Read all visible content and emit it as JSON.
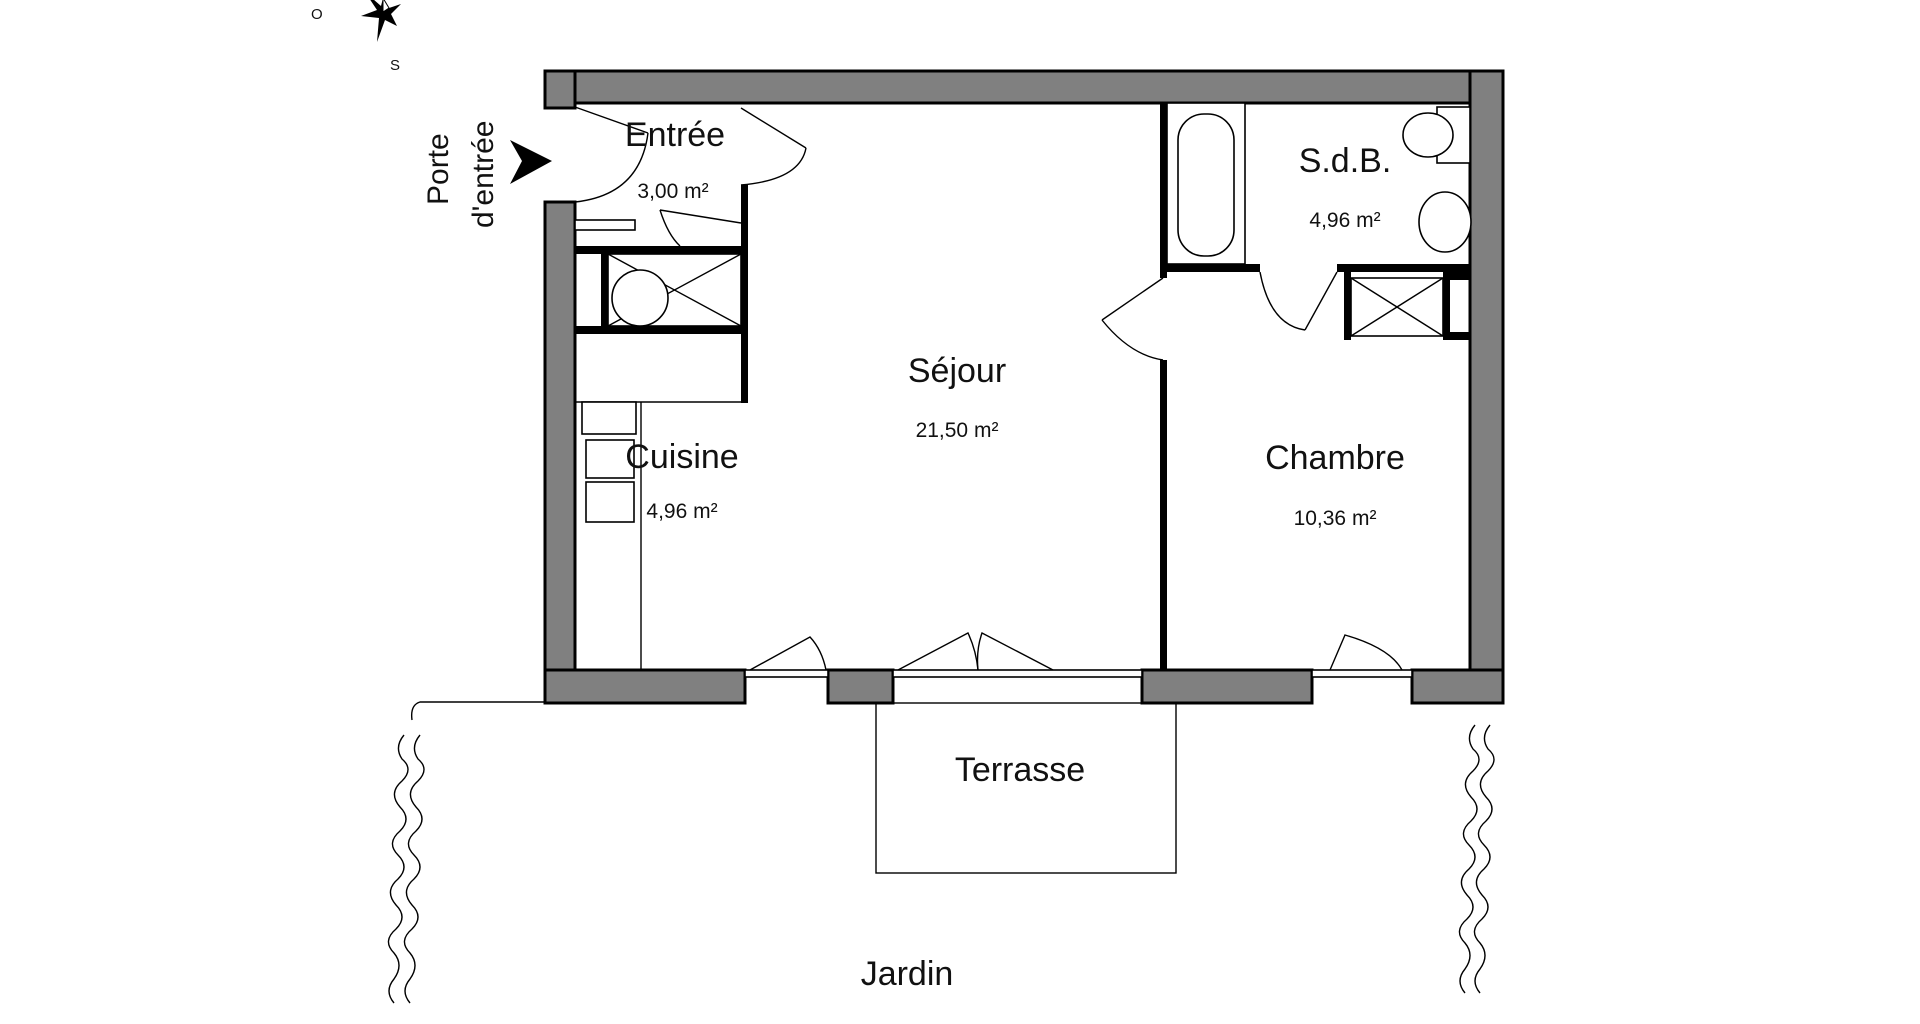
{
  "compass": {
    "west": "O",
    "south": "S"
  },
  "entrance": {
    "line1": "Porte",
    "line2": "d'entrée"
  },
  "rooms": {
    "entree": {
      "name": "Entrée",
      "area": "3,00 m²"
    },
    "sejour": {
      "name": "Séjour",
      "area": "21,50 m²"
    },
    "cuisine": {
      "name": "Cuisine",
      "area": "4,96 m²"
    },
    "sdb": {
      "name": "S.d.B.",
      "area": "4,96 m²"
    },
    "chambre": {
      "name": "Chambre",
      "area": "10,36 m²"
    },
    "terrasse": {
      "name": "Terrasse"
    },
    "jardin": {
      "name": "Jardin"
    }
  }
}
